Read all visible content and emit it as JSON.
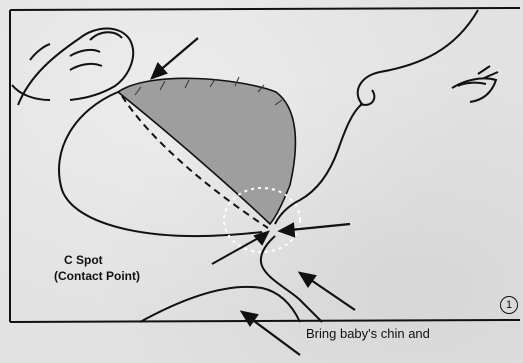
{
  "labels": {
    "c_spot": "C Spot",
    "contact_point": "(Contact Point)",
    "figure_number": "1",
    "caption": "Bring baby's chin and"
  },
  "colors": {
    "line": "#111111",
    "breast_shading": "#9e9e9e",
    "background": "#e2e2e2"
  }
}
